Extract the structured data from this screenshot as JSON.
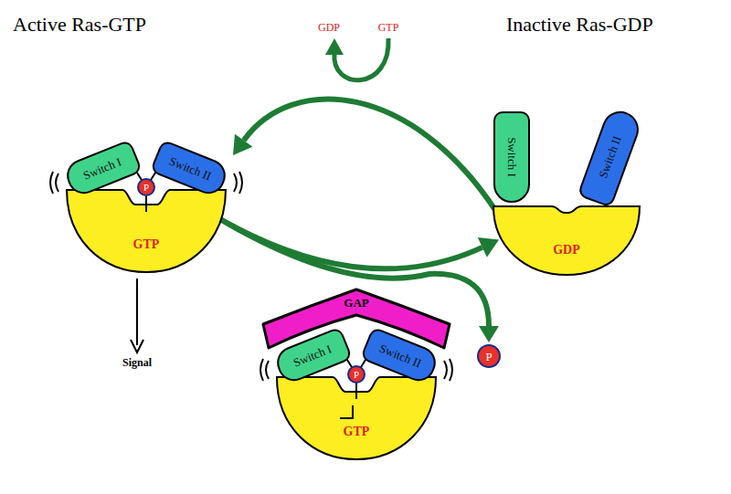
{
  "diagram": {
    "nodes": [
      {
        "text": [
          "GTP"
        ]
      },
      {
        "text": [
          "Switch I"
        ]
      },
      {
        "text": [
          "Switch II"
        ]
      },
      {
        "text": [
          "P"
        ]
      },
      {
        "text": [
          "GDP"
        ]
      },
      {
        "text": [
          "Switch I"
        ]
      },
      {
        "text": [
          "Switch II"
        ]
      },
      {
        "text": [
          "GAP"
        ]
      },
      {
        "text": [
          "Switch I"
        ]
      },
      {
        "text": [
          "Switch II"
        ]
      },
      {
        "text": [
          "P"
        ]
      },
      {
        "text": [
          "GTP"
        ]
      },
      {
        "text": [
          "P"
        ]
      }
    ],
    "edges": [
      {
        "from": 0,
        "to": 4,
        "arrow": "to"
      },
      {
        "from": 4,
        "to": 0,
        "arrow": "to"
      },
      {
        "from": 0,
        "to": 12,
        "arrow": "to"
      }
    ],
    "labels": [
      "Active Ras-GTP",
      "Inactive Ras-GDP",
      "GDP",
      "GTP",
      "Signal"
    ]
  }
}
